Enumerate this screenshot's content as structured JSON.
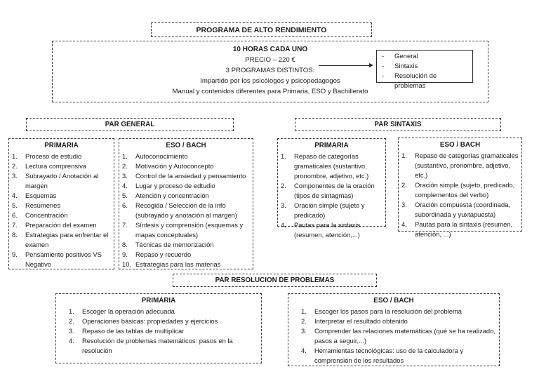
{
  "title": "PROGRAMA DE ALTO RENDIMIENTO",
  "info": {
    "lines": [
      "10 HORAS CADA UNO",
      "PRECIO – 220 €",
      "3 PROGRAMAS DISTINTOS:",
      "Impartido por los psicólogos y psicopedagogos",
      "Manual y contenidos diferentes para Primaria, ESO y Bachillerato"
    ],
    "programs": [
      "General",
      "Sintaxis",
      "Resolución de problemas"
    ]
  },
  "sections": [
    {
      "header": "PAR GENERAL",
      "boxes": [
        {
          "title": "PRIMARIA",
          "items": [
            "Proceso de estudio",
            "Lectura comprensiva",
            "Subrayado / Anotación al margen",
            "Esquemas",
            "Resúmenes",
            "Concentración",
            "Preparación del examen",
            "Estrategias para enfrentar el examen",
            "Pensamiento positivos VS Negativo"
          ]
        },
        {
          "title": "ESO / BACH",
          "items": [
            "Autoconocimiento",
            "Motivación y Autoconcepto",
            "Control de la ansiedad y pensamiento",
            "Lugar y proceso de edtudio",
            "Atención y concentración",
            "Recogida / Selección de la info (subrayado y anotación al margen)",
            "Síntesis y comprensión (esquemas y mapas conceptuales)",
            "Técnicas de memorización",
            "Repaso y recuerdo",
            "Estrategias para las materias"
          ]
        }
      ]
    },
    {
      "header": "PAR SINTAXIS",
      "boxes": [
        {
          "title": "PRIMARIA",
          "items": [
            "Repaso de categorías gramaticales (sustantivo, pronombre, adjetivo, etc.)",
            "Componentes de la oración (tipos de sintagmas)",
            "Oración simple (sujeto y predicado)",
            "Pautas para la sintaxis (resumen, atención,...)"
          ]
        },
        {
          "title": "ESO / BACH",
          "items": [
            "Repaso de categorías gramaticales (sustantivo, pronombre, adjetivo, etc.)",
            "Oración simple (sujeto, predicado, complementos del verbo)",
            "Oración compuesta (coordinada, subordinada y yuxtapuesta)",
            "Pautas para la sintaxis (resumen, atención, ...)"
          ]
        }
      ]
    },
    {
      "header": "PAR RESOLUCION DE PROBLEMAS",
      "boxes": [
        {
          "title": "PRIMARIA",
          "items": [
            "Escoger la operación adecuada",
            "Operaciones básicas: propiedades y ejercicios",
            "Repaso de las tablas de multiplicar",
            "Resolución de problemas matemáticos: pasos en la resolución"
          ]
        },
        {
          "title": "ESO / BACH",
          "items": [
            "Escoger los pasos para la resolución del problema",
            "Interpretar el resultado obtenido",
            "Comprender las relaciones matemáticas (qué se ha realizado, pasos a seguir,...)",
            "Herramientas tecnológicas: uso de la calculadora y comprensión de los resultados"
          ]
        }
      ]
    }
  ],
  "colors": {
    "text": "#1c1c1c",
    "border": "#3a3a3a",
    "background": "#ffffff"
  }
}
